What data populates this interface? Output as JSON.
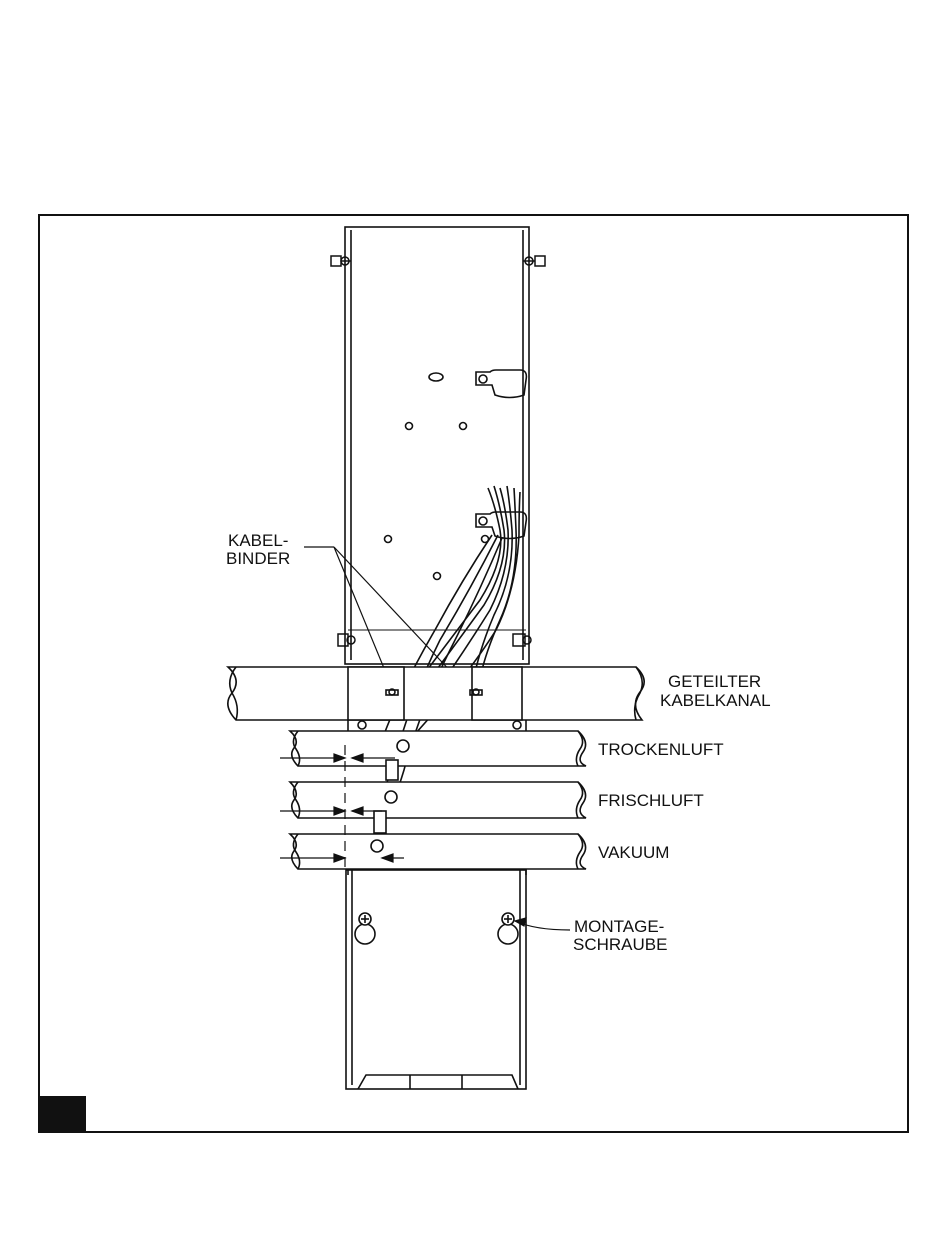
{
  "labels": {
    "kabelbinder_1": "KABEL-",
    "kabelbinder_2": "BINDER",
    "kabelkanal_1": "GETEILTER",
    "kabelkanal_2": "KABELKANAL",
    "trockenluft": "TROCKENLUFT",
    "frischluft": "FRISCHLUFT",
    "vakuum": "VAKUUM",
    "montage_1": "MONTAGE-",
    "montage_2": "SCHRAUBE"
  },
  "colors": {
    "line": "#111111",
    "background": "#ffffff",
    "corner_block": "#111111"
  }
}
